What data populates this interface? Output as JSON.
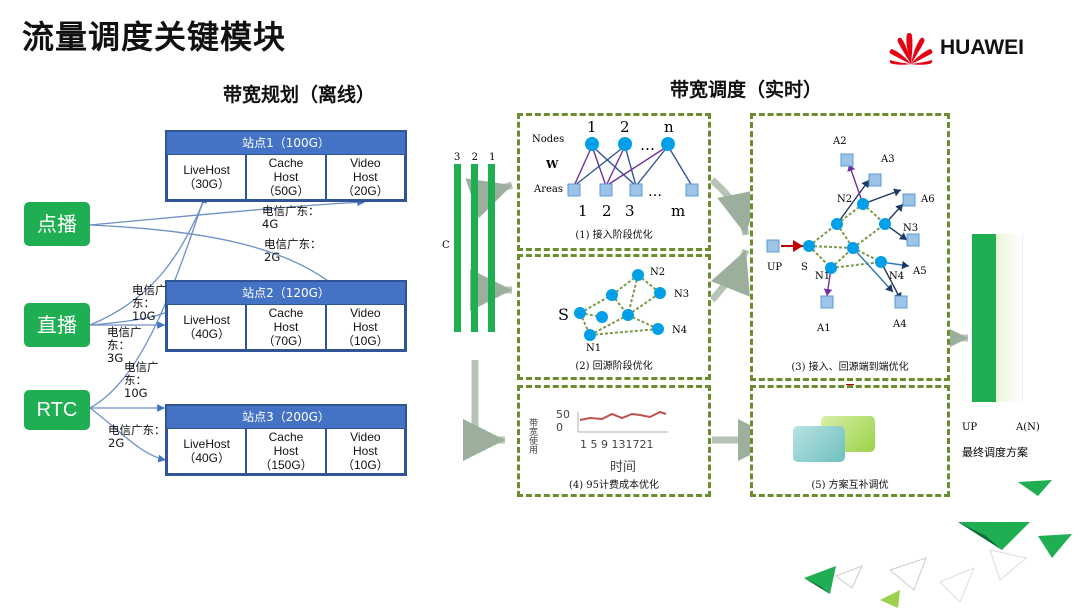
{
  "slide_title": "流量调度关键模块",
  "brand": {
    "name": "HUAWEI",
    "logo_icon": "huawei-petal-logo",
    "colors": {
      "red": "#e60012",
      "green": "#1fae51",
      "blue": "#4472c4",
      "box": "#6a8d2e"
    }
  },
  "left_section": {
    "title": "带宽规划（离线）",
    "services": [
      "点播",
      "直播",
      "RTC"
    ],
    "sites": [
      {
        "title": "站点1（100G）",
        "hosts": [
          [
            "LiveHost",
            "（30G）"
          ],
          [
            "Cache",
            "Host",
            "（50G）"
          ],
          [
            "Video",
            "Host",
            "（20G）"
          ]
        ]
      },
      {
        "title": "站点2（120G）",
        "hosts": [
          [
            "LiveHost",
            "（40G）"
          ],
          [
            "Cache",
            "Host",
            "（70G）"
          ],
          [
            "Video",
            "Host",
            "（10G）"
          ]
        ]
      },
      {
        "title": "站点3（200G）",
        "hosts": [
          [
            "LiveHost",
            "（40G）"
          ],
          [
            "Cache",
            "Host",
            "（150G）"
          ],
          [
            "Video",
            "Host",
            "（10G）"
          ]
        ]
      }
    ],
    "flow_labels": {
      "a": [
        "电信广东：",
        "4G"
      ],
      "b": [
        "电信广东：",
        "2G"
      ],
      "c": [
        "电信广",
        "东：",
        "10G"
      ],
      "d": [
        "电信广",
        "东：",
        "3G"
      ],
      "e": [
        "电信广",
        "东：",
        "10G"
      ],
      "f": [
        "电信广东：",
        "2G"
      ]
    }
  },
  "right_section": {
    "title": "带宽调度（实时）",
    "input": {
      "bars": [
        "3",
        "2",
        "1"
      ],
      "label": "C"
    },
    "modules": {
      "m1": {
        "caption": "(1) 接入阶段优化",
        "row_labels": [
          "Nodes",
          "W",
          "Areas"
        ],
        "top": [
          "1",
          "2",
          "…",
          "n"
        ],
        "bottom": [
          "1",
          "2",
          "3",
          "…",
          "m"
        ]
      },
      "m2": {
        "caption": "(2) 回源阶段优化",
        "nodes": [
          "S",
          "N1",
          "N2",
          "N3",
          "N4"
        ]
      },
      "m3": {
        "caption": "(3) 接入、回源端到端优化",
        "nodes": [
          "UP",
          "S",
          "N1",
          "N2",
          "N3",
          "N4",
          "A1",
          "A2",
          "A3",
          "A4",
          "A5",
          "A6"
        ]
      },
      "m4": {
        "caption": "(4) 95计费成本优化",
        "ylabel": "带宽使用",
        "yticks": [
          "50",
          "0"
        ],
        "xticks": "1 5 9 131721",
        "xlabel": "时间"
      },
      "m5": {
        "caption": "(5) 方案互补调优"
      }
    },
    "final": {
      "labels": [
        "UP",
        "A(N)"
      ],
      "caption": "最终调度方案"
    }
  }
}
